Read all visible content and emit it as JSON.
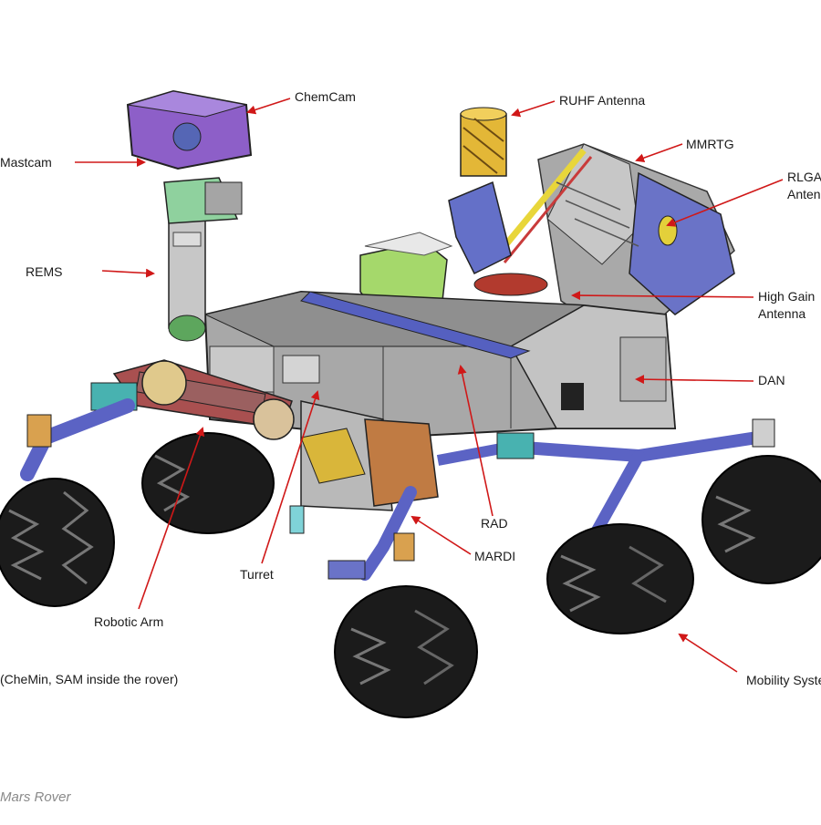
{
  "caption": "Mars Rover",
  "colors": {
    "arrow": "#d01818",
    "body": "#b9b9b9",
    "chassis_dark": "#7d7d7d",
    "purple": "#8a5fc4",
    "blue": "#5b63c4",
    "green": "#9bd36b",
    "tire": "#1b1b1b",
    "gold": "#d8a92a"
  },
  "labels": {
    "chemcam": "ChemCam",
    "ruhf": "RUHF Antenna",
    "mastcam": "Mastcam",
    "mmrtg": "MMRTG",
    "rlga_1": "RLGA",
    "rlga_2": "Antenna",
    "rems": "REMS",
    "hga_1": "High Gain",
    "hga_2": "Antenna",
    "dan": "DAN",
    "rad": "RAD",
    "mardi": "MARDI",
    "turret": "Turret",
    "robotic_arm": "Robotic Arm",
    "chemin_sam": "(CheMin, SAM inside the rover)",
    "mobility": "Mobility System"
  }
}
